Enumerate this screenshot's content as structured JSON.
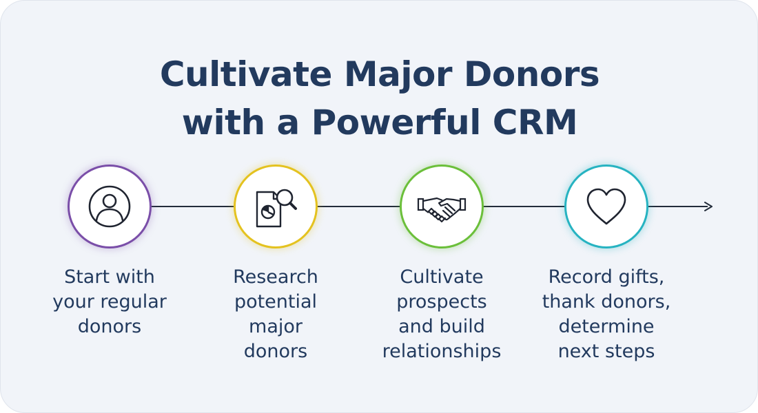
{
  "title": {
    "line1": "Cultivate Major Donors",
    "line2": "with a Powerful CRM"
  },
  "steps": [
    {
      "icon": "person-icon",
      "accent": "#7a4ea8",
      "label": "Start with\nyour regular\ndonors"
    },
    {
      "icon": "research-document-icon",
      "accent": "#e4c21f",
      "label": "Research\npotential\nmajor\ndonors"
    },
    {
      "icon": "handshake-icon",
      "accent": "#6bbf3a",
      "label": "Cultivate\nprospects\nand build\nrelationships"
    },
    {
      "icon": "heart-icon",
      "accent": "#26b3c1",
      "label": "Record gifts,\nthank donors,\ndetermine\nnext steps"
    }
  ],
  "colors": {
    "background": "#f1f4f9",
    "text": "#223a5e",
    "line": "#222b3a"
  }
}
